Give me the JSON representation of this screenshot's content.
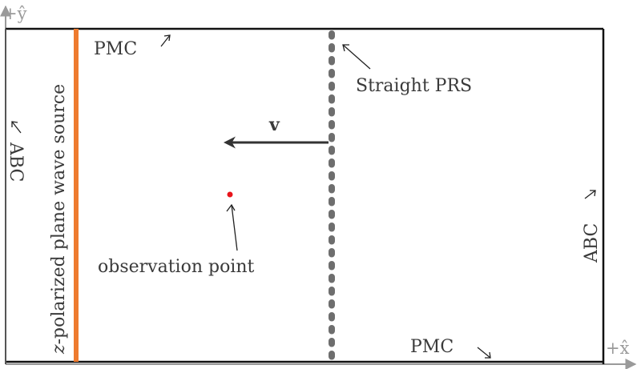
{
  "axes": {
    "x_label": "+x̂",
    "y_label": "+ŷ"
  },
  "labels": {
    "pmc_top": "PMC",
    "pmc_bottom": "PMC",
    "abc_left": "ABC",
    "abc_right": "ABC",
    "source_italic": "z",
    "source_rest": "-polarized plane wave source",
    "prs": "Straight PRS",
    "velocity": "v",
    "observation": "observation point"
  },
  "colors": {
    "source": "#ee7b2f",
    "prs": "#6e6e6e",
    "observation_point": "#e8141b",
    "boundary": "#111111",
    "axis": "#9a9a9a"
  }
}
